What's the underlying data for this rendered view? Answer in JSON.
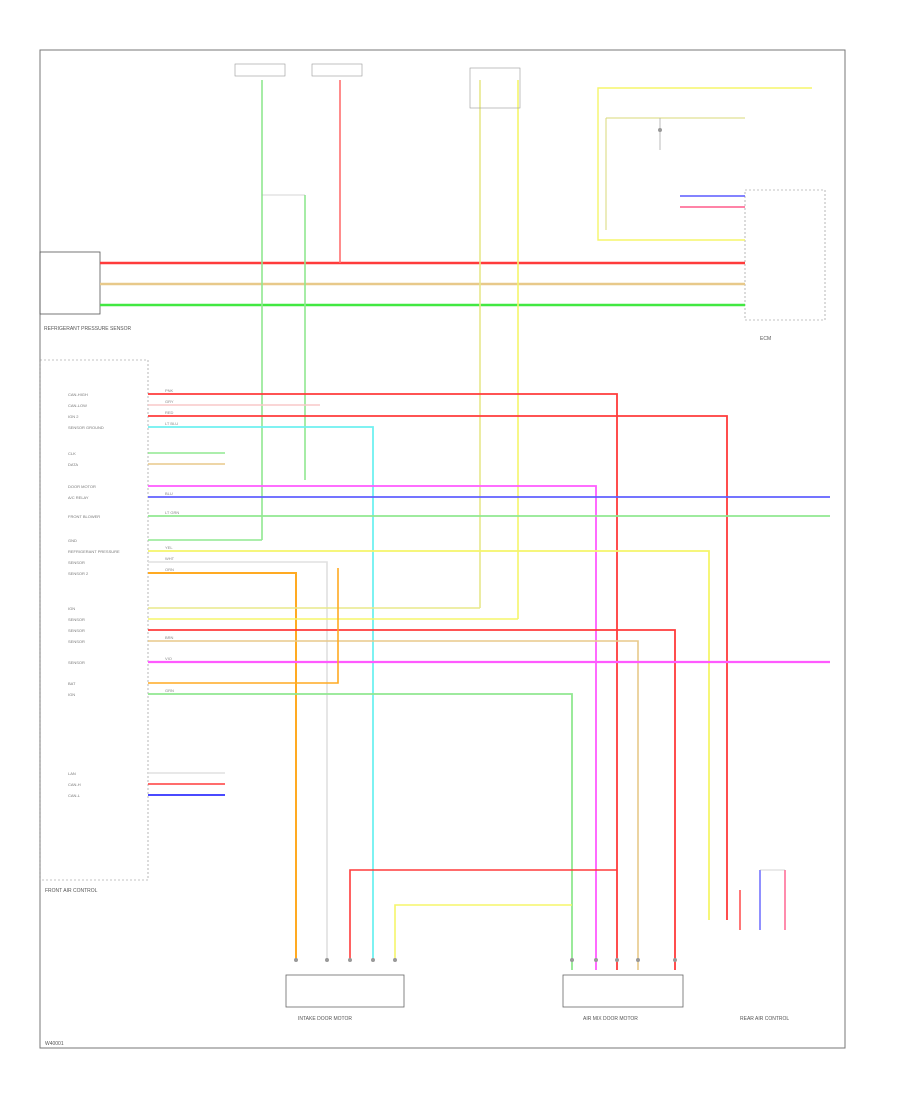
{
  "diagram": {
    "page_code": "W40001",
    "modules": {
      "left_module_title": "FRONT AIR CONTROL",
      "left_connector_title": "REFRIGERANT PRESSURE SENSOR",
      "intake_actuator_title": "INTAKE DOOR MOTOR",
      "air_mix_actuator_title": "AIR MIX DOOR MOTOR",
      "ecm_title": "ECM",
      "rear_control_title": "REAR AIR CONTROL"
    },
    "pin_labels": [
      "CAN-HIGH",
      "CAN-LOW",
      "IGN 2",
      "SENSOR GROUND",
      "CLK",
      "DATA",
      "DOOR MOTOR",
      "A/C RELAY",
      "FRONT BLOWER",
      "GND",
      "REFRIGERANT PRESSURE",
      "SENSOR",
      "SENSOR 2",
      "IGN",
      "SENSOR",
      "SENSOR",
      "SENSOR",
      "SENSOR",
      "BAT",
      "IGN",
      "LAN",
      "CAN-H",
      "CAN-L"
    ],
    "wire_colors": [
      "PNK",
      "GRY",
      "RED",
      "LT BLU",
      "LT GRN",
      "YEL",
      "BLU",
      "VIO",
      "ORN",
      "WHT",
      "BRN",
      "GRN"
    ]
  }
}
